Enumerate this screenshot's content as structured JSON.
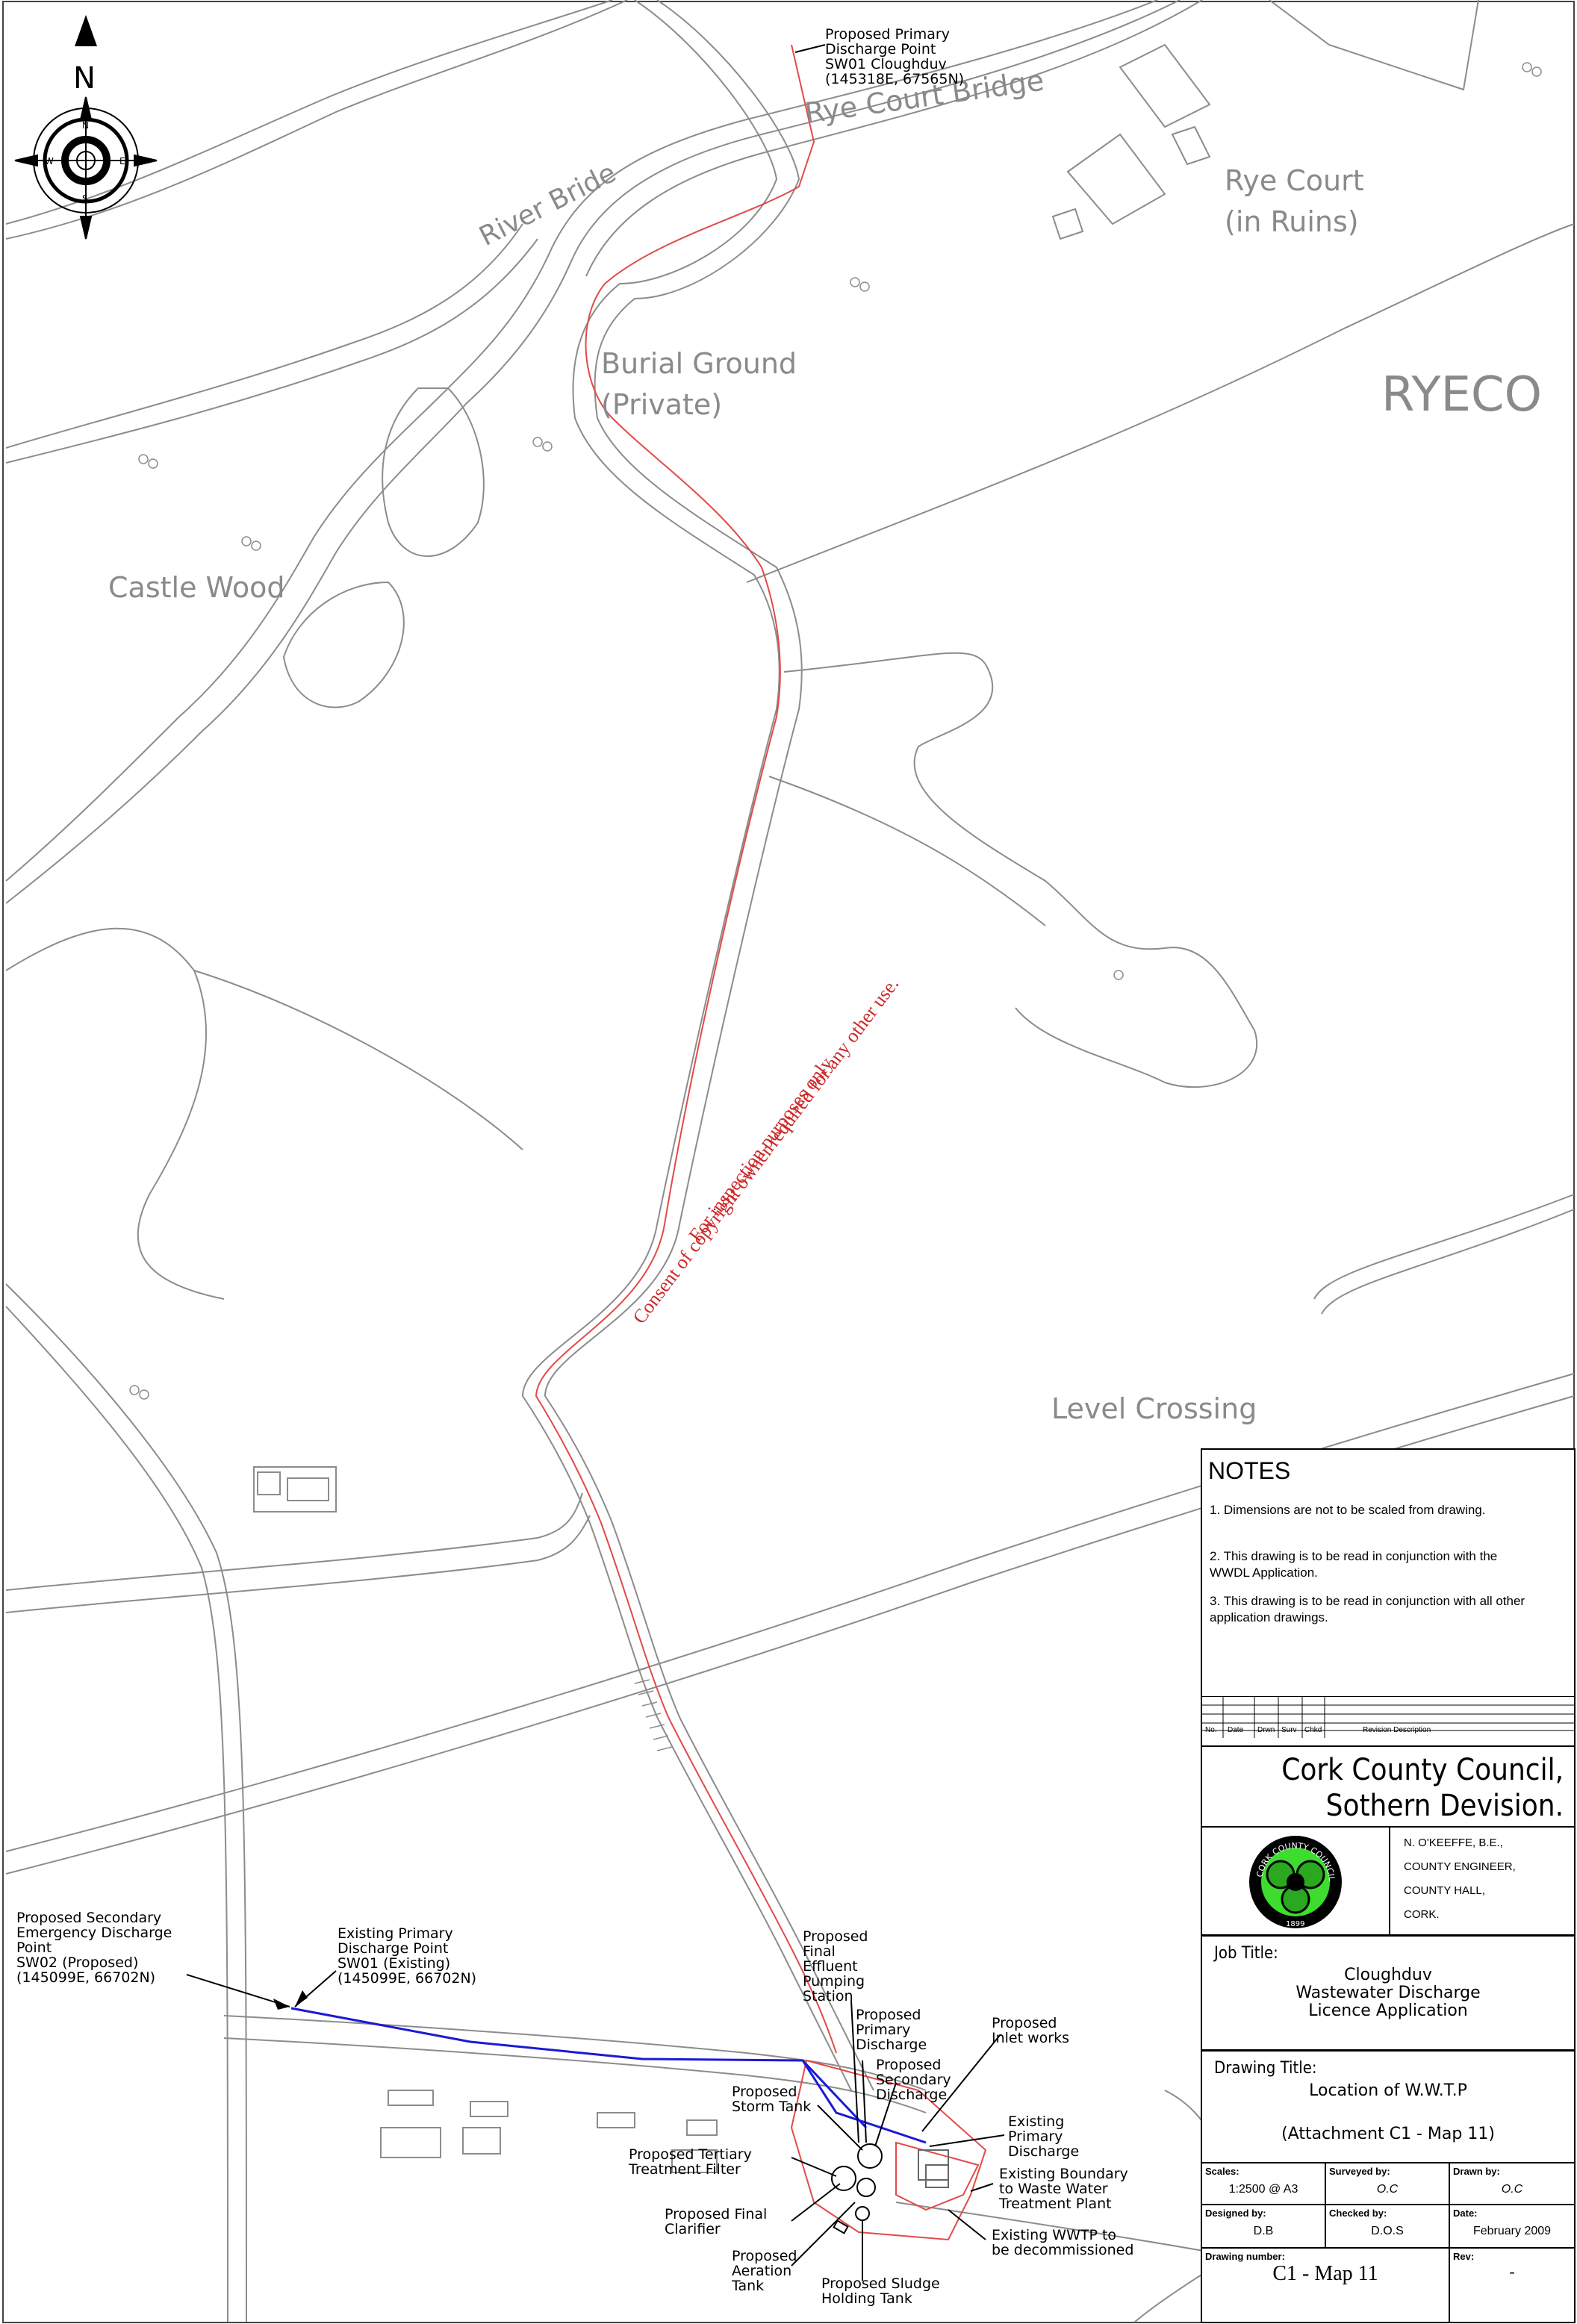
{
  "map": {
    "places": {
      "rye_court_bridge": "Rye Court Bridge",
      "river_bride": "River Bride",
      "rye_court_1": "Rye Court",
      "rye_court_2": "(in Ruins)",
      "ryeco": "RYECO",
      "burial_ground_1": "Burial Ground",
      "burial_ground_2": "(Private)",
      "castle_wood": "Castle Wood",
      "level_crossing": "Level Crossing"
    },
    "watermark": {
      "line1": "For inspection purposes only.",
      "line2": "Consent of copyright owner required for any other use."
    },
    "callouts": {
      "primary_discharge": [
        "Proposed Primary",
        "Discharge Point",
        "SW01 Cloughduv",
        "(145318E, 67565N)"
      ],
      "secondary_emergency": [
        "Proposed Secondary",
        "Emergency Discharge",
        "Point",
        "SW02 (Proposed)",
        "(145099E, 66702N)"
      ],
      "existing_primary_point": [
        "Existing Primary",
        "Discharge Point",
        "SW01 (Existing)",
        "(145099E, 66702N)"
      ],
      "final_effluent": [
        "Proposed",
        "Final",
        "Effluent",
        "Pumping",
        "Station"
      ],
      "primary_disch": [
        "Proposed",
        "Primary",
        "Discharge"
      ],
      "secondary_disch": [
        "Proposed",
        "Secondary",
        "Discharge"
      ],
      "inlet": [
        "Proposed",
        "Inlet works"
      ],
      "storm": [
        "Proposed",
        "Storm Tank"
      ],
      "existing_primary_disch": [
        "Existing",
        "Primary",
        "Discharge"
      ],
      "tertiary": [
        "Proposed Tertiary",
        "Treatment Filter"
      ],
      "boundary": [
        "Existing Boundary",
        "to Waste Water",
        "Treatment Plant"
      ],
      "clarifier": [
        "Proposed Final",
        "Clarifier"
      ],
      "decommission": [
        "Existing WWTP to",
        "be decommissioned"
      ],
      "aeration": [
        "Proposed",
        "Aeration",
        "Tank"
      ],
      "sludge": [
        "Proposed Sludge",
        "Holding Tank"
      ]
    },
    "north": "N",
    "compass_letters": {
      "n": "N",
      "s": "S",
      "e": "E",
      "w": "W"
    },
    "colors": {
      "road": "#8c8c8c",
      "pipe_red": "#e24a4a",
      "pipe_blue": "#1a1ad6",
      "watermark": "#cc2a2a"
    }
  },
  "title_block": {
    "notes_title": "NOTES",
    "notes": [
      "1.  Dimensions are not to be scaled from drawing.",
      "2.  This drawing is to be read in conjunction with the WWDL Application.",
      "3.  This drawing is to be read in conjunction with all other application drawings."
    ],
    "revision_headers": [
      "No.",
      "Date",
      "Drwn",
      "Surv",
      "Chkd",
      "Revision Description"
    ],
    "council_line1": "Cork County Council,",
    "council_line2": "Sothern Devision.",
    "engineer": [
      "N. O'KEEFFE, B.E.,",
      "COUNTY ENGINEER,",
      "COUNTY HALL,",
      "CORK."
    ],
    "logo_text": "CORK COUNTY COUNCIL",
    "logo_year": "1899",
    "job_title_caption": "Job Title:",
    "job_title": [
      "Cloughduv",
      "Wastewater Discharge",
      "Licence Application"
    ],
    "drawing_title_caption": "Drawing Title:",
    "drawing_title": "Location of W.W.T.P",
    "drawing_subtitle": "(Attachment C1 - Map 11)",
    "scales_label": "Scales:",
    "scales_value": "1:2500 @ A3",
    "surveyed_label": "Surveyed by:",
    "surveyed_value": "O.C",
    "drawn_label": "Drawn by:",
    "drawn_value": "O.C",
    "designed_label": "Designed by:",
    "designed_value": "D.B",
    "checked_label": "Checked by:",
    "checked_value": "D.O.S",
    "date_label": "Date:",
    "date_value": "February 2009",
    "drawing_number_label": "Drawing number:",
    "drawing_number_value": "C1 - Map 11",
    "rev_label": "Rev:",
    "rev_value": "-"
  }
}
